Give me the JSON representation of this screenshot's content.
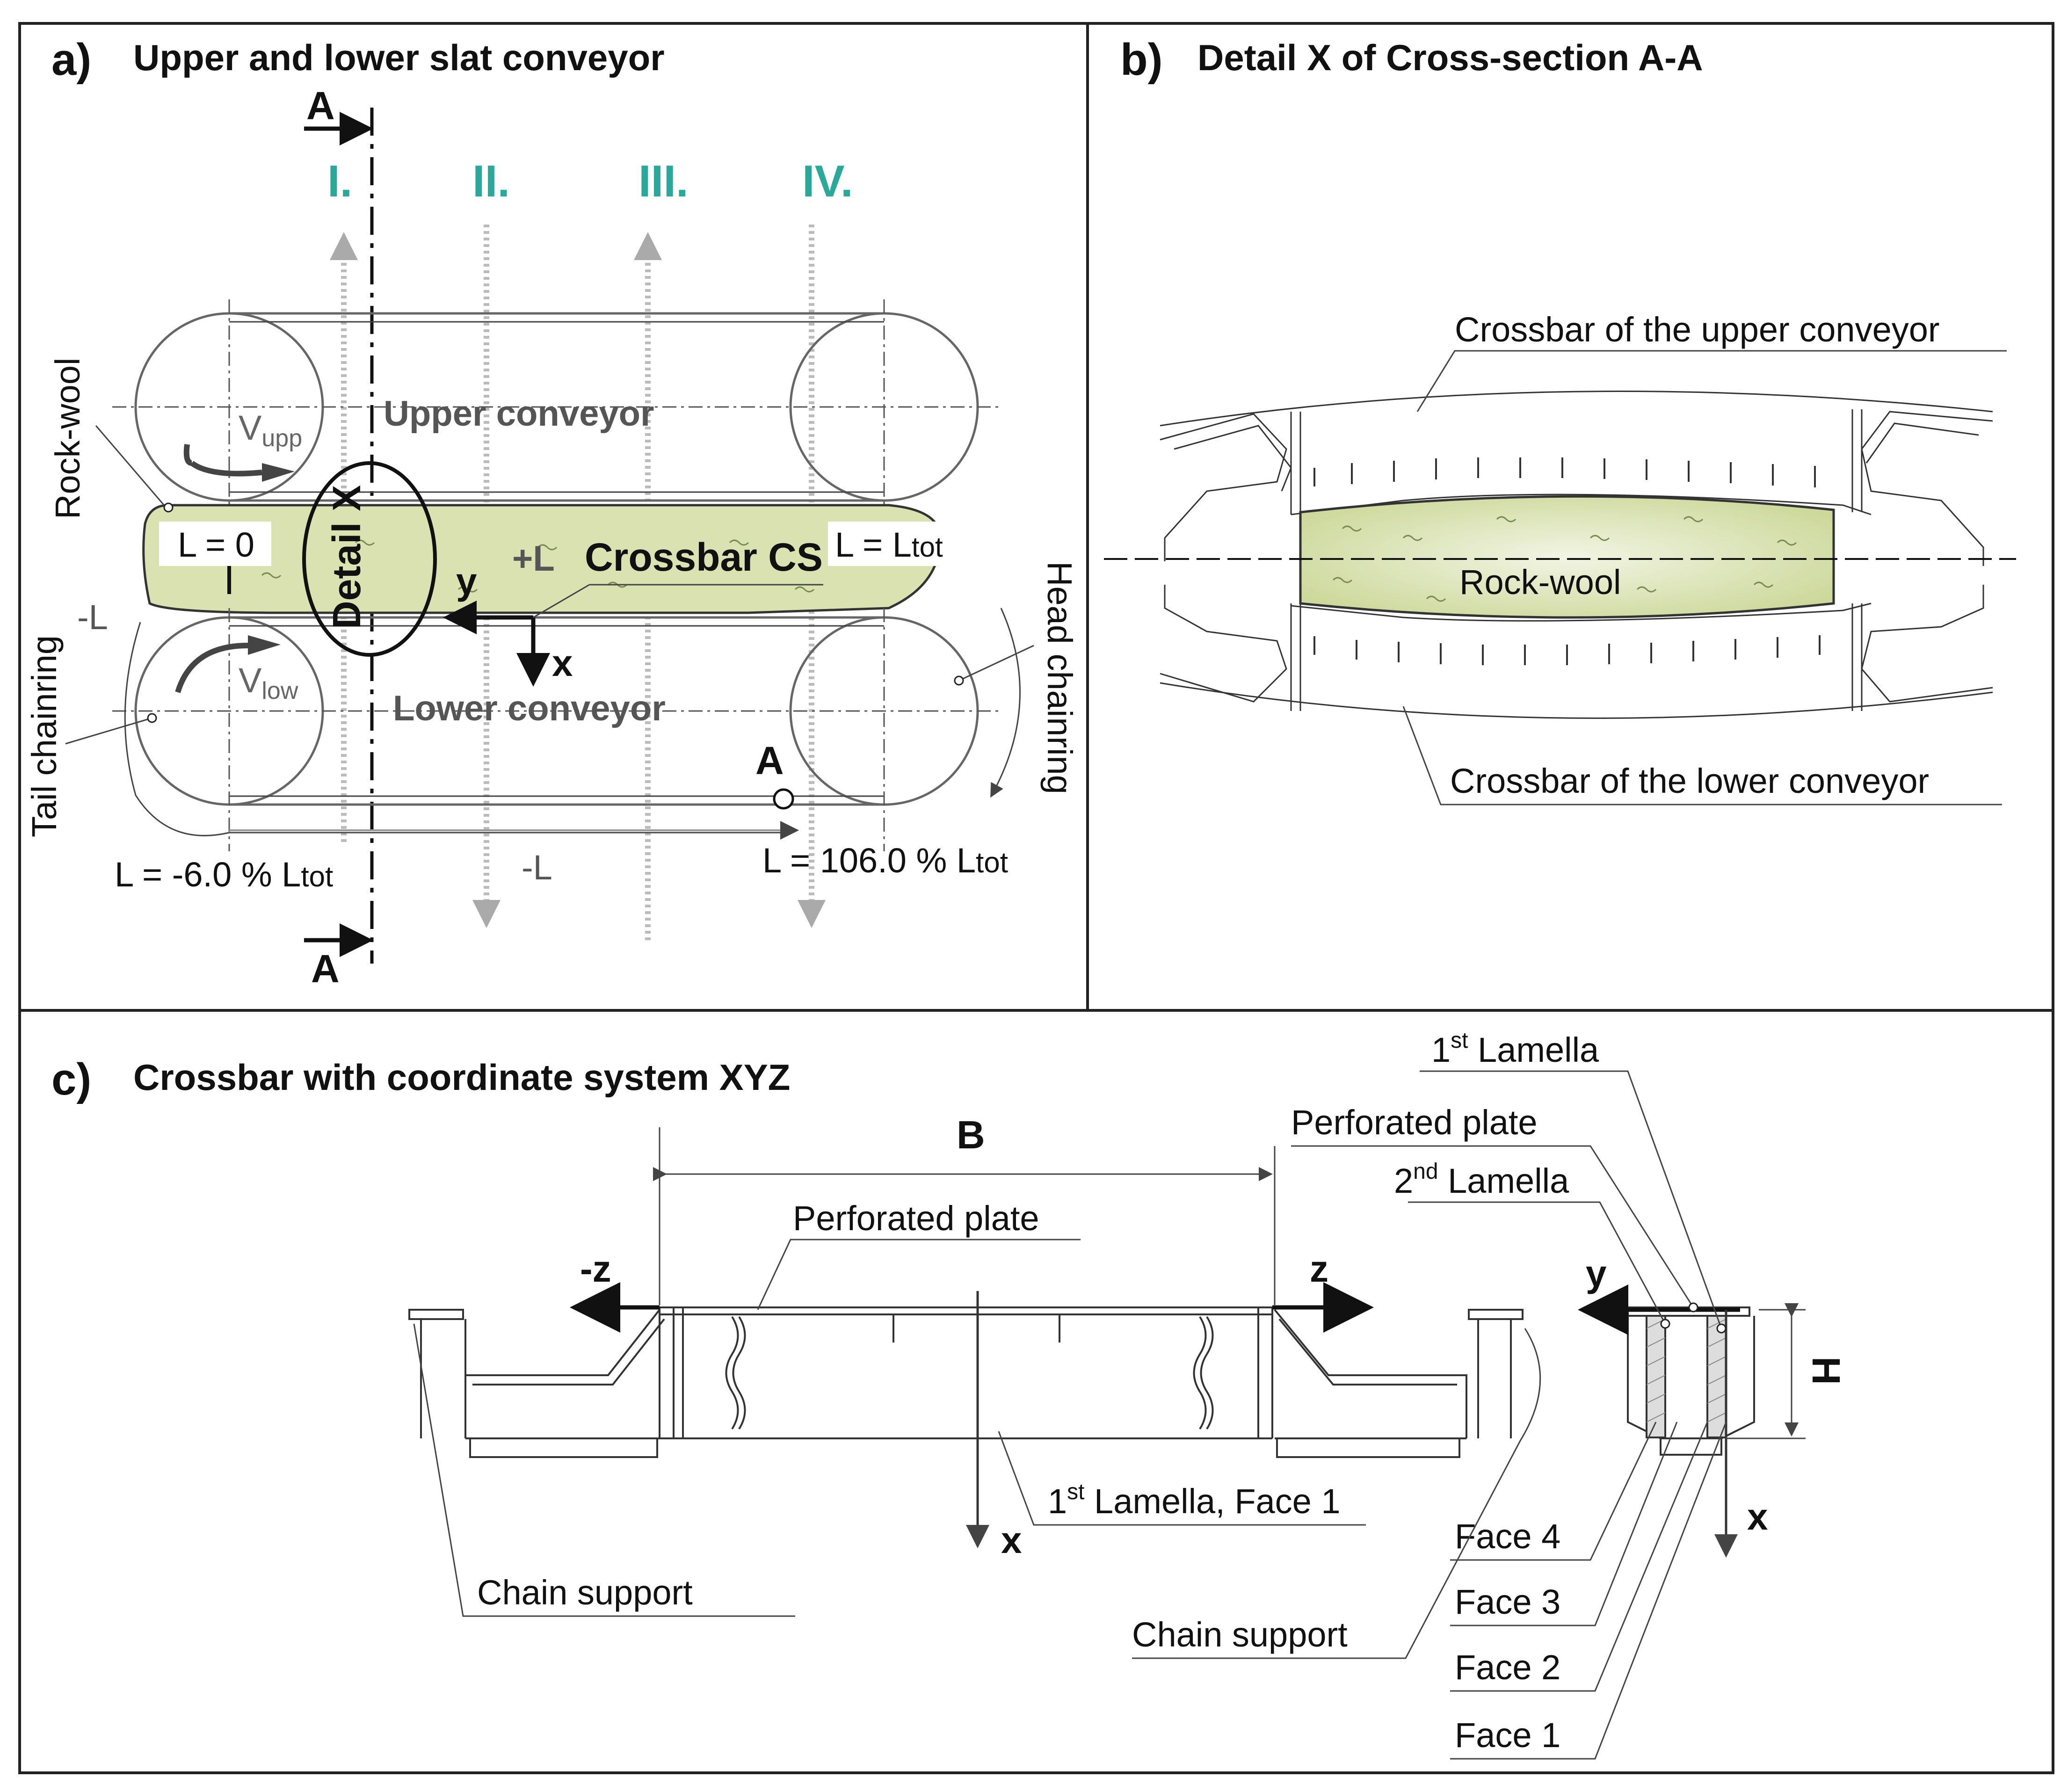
{
  "panel_a": {
    "letter": "a)",
    "title": "Upper and lower slat conveyor",
    "section_marker_top": "A",
    "section_marker_bottom": "A",
    "zones": [
      "I.",
      "II.",
      "III.",
      "IV."
    ],
    "upper_conveyor": "Upper conveyor",
    "lower_conveyor": "Lower conveyor",
    "v_upp_main": "V",
    "v_upp_sub": "upp",
    "v_low_main": "V",
    "v_low_sub": "low",
    "rock_wool": "Rock-wool",
    "l_zero": "L = 0",
    "l_tot_main": "L = L",
    "l_tot_sub": "tot",
    "plus_l": "+L",
    "minus_l_left": "-L",
    "minus_l_bottom": "-L",
    "detail_x": "Detail X",
    "crossbar_cs": "Crossbar CS",
    "axis_y": "y",
    "axis_x": "x",
    "tail_chainring": "Tail chainring",
    "head_chainring": "Head chainring",
    "point_a": "A",
    "l_start_main": "L = -6.0 % L",
    "l_start_sub": "tot",
    "l_end_main": "L = 106.0 % L",
    "l_end_sub": "tot"
  },
  "panel_b": {
    "letter": "b)",
    "title": "Detail X of Cross-section A-A",
    "upper_crossbar": "Crossbar of the upper conveyor",
    "rock_wool": "Rock-wool",
    "lower_crossbar": "Crossbar of the lower conveyor"
  },
  "panel_c": {
    "letter": "c)",
    "title": "Crossbar with coordinate system XYZ",
    "dim_b": "B",
    "perforated_plate_main": "Perforated plate",
    "axis_minus_z": "-z",
    "axis_z": "z",
    "axis_x_main": "x",
    "lamella_face1_pre": "1",
    "lamella_face1_sup": "st",
    "lamella_face1_post": " Lamella, Face 1",
    "chain_support_left": "Chain support",
    "lamella1_pre": "1",
    "lamella1_sup": "st",
    "lamella1_post": " Lamella",
    "perforated_plate_side": "Perforated plate",
    "lamella2_pre": "2",
    "lamella2_sup": "nd",
    "lamella2_post": " Lamella",
    "axis_y": "y",
    "dim_h": "H",
    "axis_x_side": "x",
    "face4": "Face 4",
    "face3": "Face 3",
    "face2": "Face 2",
    "face1": "Face 1",
    "chain_support_right": "Chain support"
  }
}
